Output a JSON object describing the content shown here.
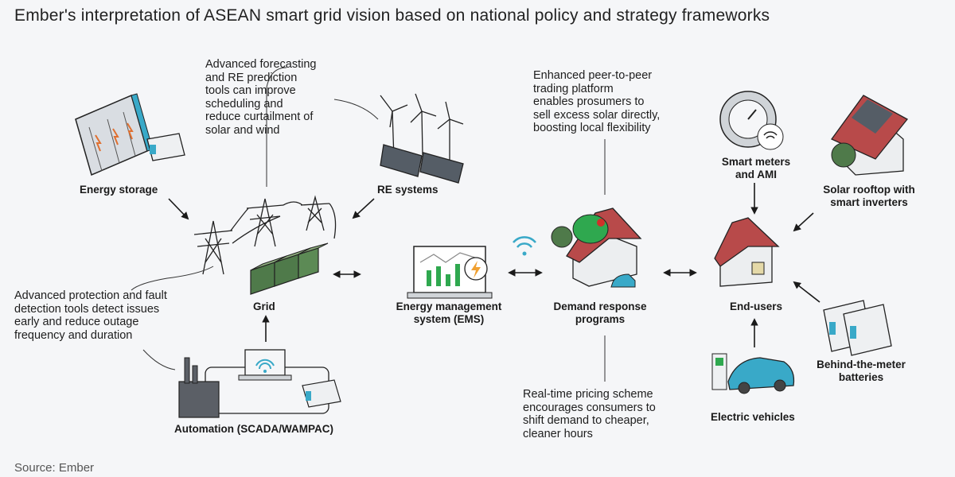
{
  "title": "Ember's interpretation of ASEAN smart grid vision based on national policy and strategy frameworks",
  "source": "Source: Ember",
  "nodes": {
    "energy_storage": "Energy storage",
    "re_systems": "RE systems",
    "grid": "Grid",
    "automation": "Automation (SCADA/WAMPAC)",
    "ems": [
      "Energy management",
      "system (EMS)"
    ],
    "demand_response": [
      "Demand response",
      "programs"
    ],
    "end_users": "End-users",
    "smart_meters": [
      "Smart meters",
      "and AMI"
    ],
    "solar_rooftop": [
      "Solar rooftop with",
      "smart inverters"
    ],
    "btm_batteries": [
      "Behind-the-meter",
      "batteries"
    ],
    "electric_vehicles": "Electric vehicles"
  },
  "notes": {
    "forecasting": [
      "Advanced forecasting",
      "and RE prediction",
      "tools can improve",
      "scheduling and",
      "reduce curtailment of",
      "solar and wind"
    ],
    "protection": [
      "Advanced protection and fault",
      "detection tools detect issues",
      "early and reduce outage",
      "frequency and duration"
    ],
    "p2p": [
      "Enhanced peer-to-peer",
      "trading platform",
      "enables prosumers to",
      "sell excess solar directly,",
      "boosting local flexibility"
    ],
    "pricing": [
      "Real-time pricing scheme",
      "encourages consumers to",
      "shift demand to cheaper,",
      "cleaner hours"
    ]
  },
  "colors": {
    "green": "#2fa84f",
    "dark_green": "#4f7a4a",
    "red_roof": "#b84a4a",
    "teal": "#39a9c8",
    "orange": "#f0a030",
    "ink": "#1a1a1a"
  }
}
